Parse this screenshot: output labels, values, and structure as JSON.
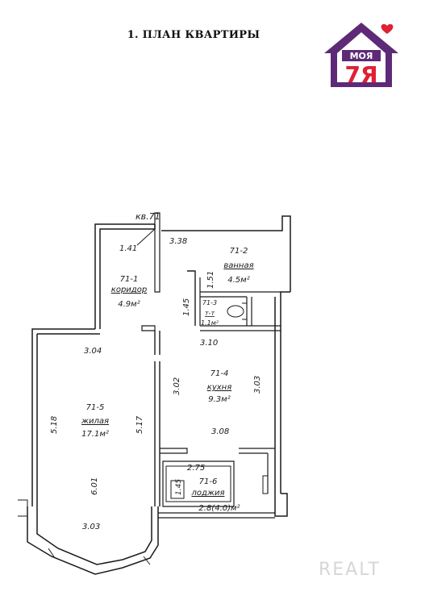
{
  "title": "1. ПЛАН КВАРТИРЫ",
  "logo": {
    "text_top": "МОЯ",
    "text_main": "7Я"
  },
  "watermark": "REALT",
  "plan": {
    "apartment": "кв.71",
    "rooms": [
      {
        "code": "71-1",
        "name": "коридор",
        "area": "4.9м²"
      },
      {
        "code": "71-2",
        "name": "ванная",
        "area": "4.5м²"
      },
      {
        "code": "71-3",
        "name": "т-т",
        "area": "1.1м²"
      },
      {
        "code": "71-4",
        "name": "кухня",
        "area": "9.3м²"
      },
      {
        "code": "71-5",
        "name": "жилая",
        "area": "17.1м²"
      },
      {
        "code": "71-6",
        "name": "лоджия",
        "area": "2.8(4.0)м²"
      }
    ],
    "dims": [
      "1.41",
      "3.38",
      "1.51",
      "1.45",
      "3.04",
      "3.10",
      "3.02",
      "3.03",
      "5.18",
      "5.17",
      "3.08",
      "2.75",
      "1.45",
      "6.01",
      "3.03"
    ]
  },
  "colors": {
    "logo_purple": "#5e2a77",
    "logo_red": "#e02033",
    "wall": "#1a1a1a"
  }
}
